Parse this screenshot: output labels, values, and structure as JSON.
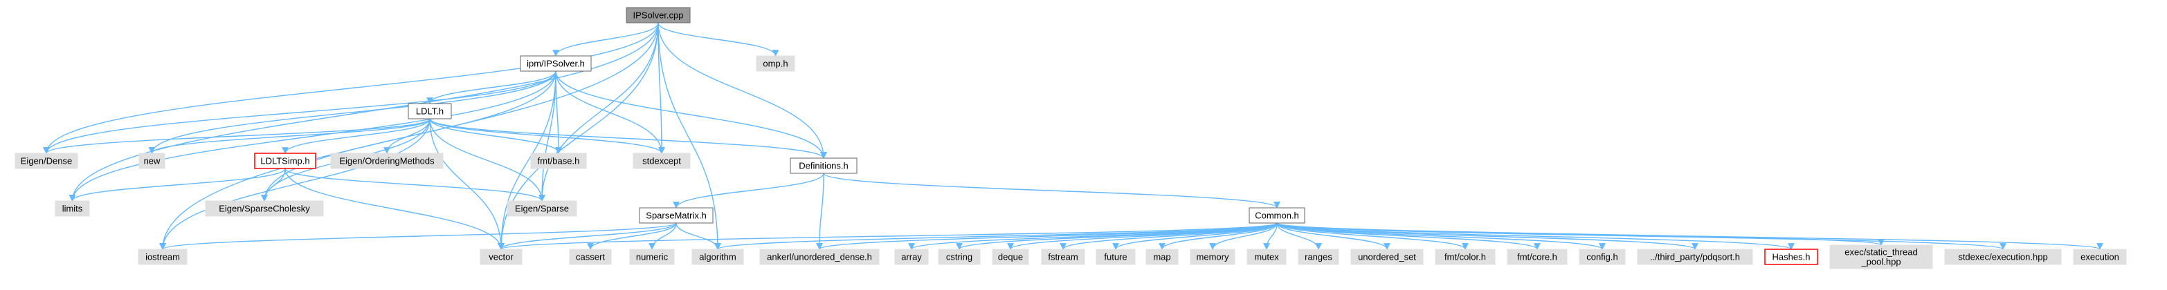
{
  "diagram": {
    "nodes": [
      {
        "id": "ipsolver_cpp",
        "label": "IPSolver.cpp",
        "style": "root"
      },
      {
        "id": "ipm_ipsolver_h",
        "label": "ipm/IPSolver.h",
        "style": "normal"
      },
      {
        "id": "omp_h",
        "label": "omp.h",
        "style": "external"
      },
      {
        "id": "ldlt_h",
        "label": "LDLT.h",
        "style": "normal"
      },
      {
        "id": "eigen_dense",
        "label": "Eigen/Dense",
        "style": "external"
      },
      {
        "id": "new",
        "label": "new",
        "style": "external"
      },
      {
        "id": "ldltsimp_h",
        "label": "LDLTSimp.h",
        "style": "red"
      },
      {
        "id": "eigen_orderingmethods",
        "label": "Eigen/OrderingMethods",
        "style": "external"
      },
      {
        "id": "fmt_base_h",
        "label": "fmt/base.h",
        "style": "external"
      },
      {
        "id": "stdexcept",
        "label": "stdexcept",
        "style": "external"
      },
      {
        "id": "definitions_h",
        "label": "Definitions.h",
        "style": "normal"
      },
      {
        "id": "limits",
        "label": "limits",
        "style": "external"
      },
      {
        "id": "eigen_sparsecholesky",
        "label": "Eigen/SparseCholesky",
        "style": "external"
      },
      {
        "id": "eigen_sparse",
        "label": "Eigen/Sparse",
        "style": "external"
      },
      {
        "id": "sparsematrix_h",
        "label": "SparseMatrix.h",
        "style": "normal"
      },
      {
        "id": "common_h",
        "label": "Common.h",
        "style": "normal"
      },
      {
        "id": "iostream",
        "label": "iostream",
        "style": "external"
      },
      {
        "id": "vector",
        "label": "vector",
        "style": "external"
      },
      {
        "id": "cassert",
        "label": "cassert",
        "style": "external"
      },
      {
        "id": "numeric",
        "label": "numeric",
        "style": "external"
      },
      {
        "id": "algorithm",
        "label": "algorithm",
        "style": "external"
      },
      {
        "id": "ankerl_dense",
        "label": "ankerl/unordered_dense.h",
        "style": "external"
      },
      {
        "id": "array",
        "label": "array",
        "style": "external"
      },
      {
        "id": "cstring",
        "label": "cstring",
        "style": "external"
      },
      {
        "id": "deque",
        "label": "deque",
        "style": "external"
      },
      {
        "id": "fstream",
        "label": "fstream",
        "style": "external"
      },
      {
        "id": "future",
        "label": "future",
        "style": "external"
      },
      {
        "id": "map",
        "label": "map",
        "style": "external"
      },
      {
        "id": "memory",
        "label": "memory",
        "style": "external"
      },
      {
        "id": "mutex",
        "label": "mutex",
        "style": "external"
      },
      {
        "id": "ranges",
        "label": "ranges",
        "style": "external"
      },
      {
        "id": "unordered_set",
        "label": "unordered_set",
        "style": "external"
      },
      {
        "id": "fmt_color_h",
        "label": "fmt/color.h",
        "style": "external"
      },
      {
        "id": "fmt_core_h",
        "label": "fmt/core.h",
        "style": "external"
      },
      {
        "id": "config_h",
        "label": "config.h",
        "style": "external"
      },
      {
        "id": "pdqsort_h",
        "label": "../third_party/pdqsort.h",
        "style": "external"
      },
      {
        "id": "hashes_h",
        "label": "Hashes.h",
        "style": "red"
      },
      {
        "id": "exec_pool",
        "label": "exec/static_thread_pool.hpp",
        "label_lines": [
          "exec/static_thread",
          "_pool.hpp"
        ],
        "style": "external"
      },
      {
        "id": "stdexec_hpp",
        "label": "stdexec/execution.hpp",
        "style": "external"
      },
      {
        "id": "execution",
        "label": "execution",
        "style": "external"
      }
    ],
    "edges": [
      [
        "ipsolver_cpp",
        "ipm_ipsolver_h"
      ],
      [
        "ipsolver_cpp",
        "omp_h"
      ],
      [
        "ipsolver_cpp",
        "eigen_dense"
      ],
      [
        "ipsolver_cpp",
        "stdexcept"
      ],
      [
        "ipsolver_cpp",
        "definitions_h"
      ],
      [
        "ipsolver_cpp",
        "eigen_sparse"
      ],
      [
        "ipsolver_cpp",
        "limits"
      ],
      [
        "ipsolver_cpp",
        "iostream"
      ],
      [
        "ipsolver_cpp",
        "vector"
      ],
      [
        "ipsolver_cpp",
        "algorithm"
      ],
      [
        "ipm_ipsolver_h",
        "ldlt_h"
      ],
      [
        "ipm_ipsolver_h",
        "eigen_dense"
      ],
      [
        "ipm_ipsolver_h",
        "new"
      ],
      [
        "ipm_ipsolver_h",
        "fmt_base_h"
      ],
      [
        "ipm_ipsolver_h",
        "stdexcept"
      ],
      [
        "ipm_ipsolver_h",
        "definitions_h"
      ],
      [
        "ipm_ipsolver_h",
        "eigen_sparsecholesky"
      ],
      [
        "ipm_ipsolver_h",
        "eigen_sparse"
      ],
      [
        "ipm_ipsolver_h",
        "limits"
      ],
      [
        "ipm_ipsolver_h",
        "vector"
      ],
      [
        "ldlt_h",
        "eigen_dense"
      ],
      [
        "ldlt_h",
        "new"
      ],
      [
        "ldlt_h",
        "ldltsimp_h"
      ],
      [
        "ldlt_h",
        "eigen_orderingmethods"
      ],
      [
        "ldlt_h",
        "fmt_base_h"
      ],
      [
        "ldlt_h",
        "stdexcept"
      ],
      [
        "ldlt_h",
        "definitions_h"
      ],
      [
        "ldlt_h",
        "eigen_sparsecholesky"
      ],
      [
        "ldlt_h",
        "eigen_sparse"
      ],
      [
        "ldlt_h",
        "iostream"
      ],
      [
        "ldlt_h",
        "vector"
      ],
      [
        "ldltsimp_h",
        "limits"
      ],
      [
        "ldltsimp_h",
        "eigen_sparsecholesky"
      ],
      [
        "ldltsimp_h",
        "eigen_sparse"
      ],
      [
        "ldltsimp_h",
        "vector"
      ],
      [
        "definitions_h",
        "sparsematrix_h"
      ],
      [
        "definitions_h",
        "common_h"
      ],
      [
        "definitions_h",
        "ankerl_dense"
      ],
      [
        "sparsematrix_h",
        "iostream"
      ],
      [
        "sparsematrix_h",
        "vector"
      ],
      [
        "sparsematrix_h",
        "cassert"
      ],
      [
        "sparsematrix_h",
        "numeric"
      ],
      [
        "sparsematrix_h",
        "algorithm"
      ],
      [
        "common_h",
        "vector"
      ],
      [
        "common_h",
        "algorithm"
      ],
      [
        "common_h",
        "ankerl_dense"
      ],
      [
        "common_h",
        "array"
      ],
      [
        "common_h",
        "cstring"
      ],
      [
        "common_h",
        "deque"
      ],
      [
        "common_h",
        "fstream"
      ],
      [
        "common_h",
        "future"
      ],
      [
        "common_h",
        "map"
      ],
      [
        "common_h",
        "memory"
      ],
      [
        "common_h",
        "mutex"
      ],
      [
        "common_h",
        "ranges"
      ],
      [
        "common_h",
        "unordered_set"
      ],
      [
        "common_h",
        "fmt_color_h"
      ],
      [
        "common_h",
        "fmt_core_h"
      ],
      [
        "common_h",
        "config_h"
      ],
      [
        "common_h",
        "pdqsort_h"
      ],
      [
        "common_h",
        "hashes_h"
      ],
      [
        "common_h",
        "exec_pool"
      ],
      [
        "common_h",
        "stdexec_hpp"
      ],
      [
        "common_h",
        "execution"
      ]
    ]
  },
  "colors": {
    "edge": "#63b8ff",
    "root_fill": "#999999",
    "external_fill": "#e0e0e0",
    "normal_fill": "#ffffff",
    "border_gray": "#999999",
    "border_dark": "#666666",
    "border_red": "#ff0000"
  }
}
